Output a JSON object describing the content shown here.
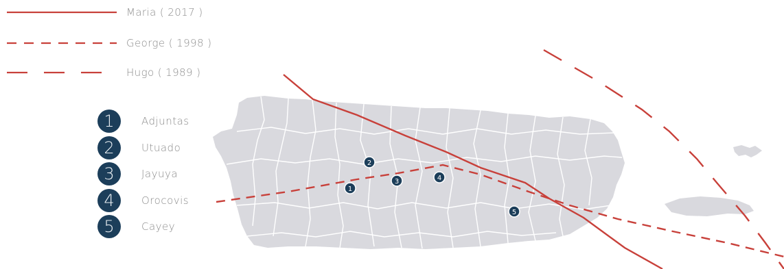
{
  "legend": {
    "items": [
      {
        "label": "Maria ( 2017 )",
        "style": "solid",
        "color": "#c8403a"
      },
      {
        "label": "George ( 1998 )",
        "style": "short-dash",
        "color": "#c8403a"
      },
      {
        "label": "Hugo ( 1989 )",
        "style": "long-dash",
        "color": "#c8403a"
      }
    ]
  },
  "municipalities": [
    {
      "number": "1",
      "name": "Adjuntas"
    },
    {
      "number": "2",
      "name": "Utuado"
    },
    {
      "number": "3",
      "name": "Jayuya"
    },
    {
      "number": "4",
      "name": "Orocovis"
    },
    {
      "number": "5",
      "name": "Cayey"
    }
  ],
  "map_markers": [
    "1",
    "2",
    "3",
    "4",
    "5"
  ],
  "colors": {
    "land": "#d9d9de",
    "borders": "#ffffff",
    "track": "#c8403a",
    "badge": "#1c3e5a"
  }
}
